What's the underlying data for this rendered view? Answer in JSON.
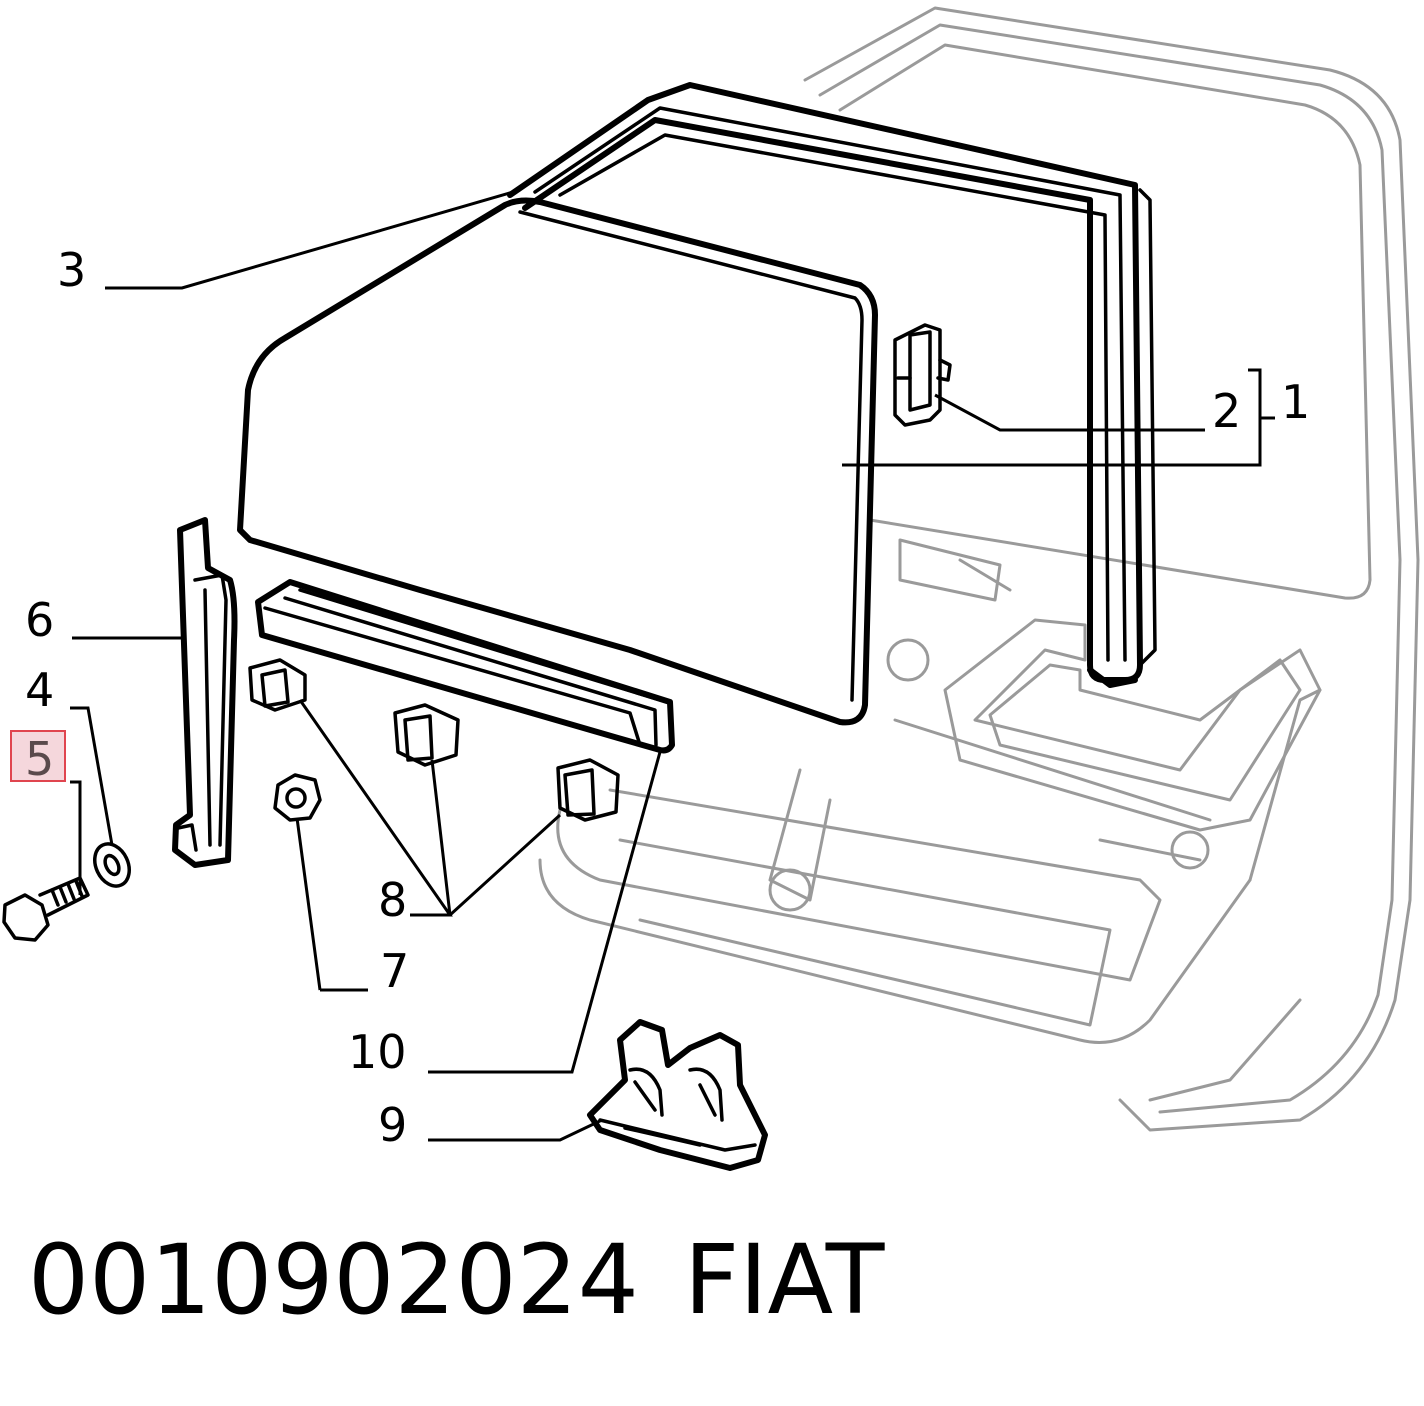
{
  "callouts": [
    {
      "id": "1",
      "label": "1"
    },
    {
      "id": "2",
      "label": "2"
    },
    {
      "id": "3",
      "label": "3"
    },
    {
      "id": "4",
      "label": "4"
    },
    {
      "id": "5",
      "label": "5",
      "highlighted": true
    },
    {
      "id": "6",
      "label": "6"
    },
    {
      "id": "7",
      "label": "7"
    },
    {
      "id": "8",
      "label": "8"
    },
    {
      "id": "9",
      "label": "9"
    },
    {
      "id": "10",
      "label": "10"
    }
  ],
  "footer": {
    "part_number": "0010902024",
    "brand": "FIAT"
  },
  "colors": {
    "ink": "#000000",
    "body_outline": "#9a9a9a",
    "highlight_fill": "#f5d7dc",
    "highlight_border": "#e0454f"
  }
}
